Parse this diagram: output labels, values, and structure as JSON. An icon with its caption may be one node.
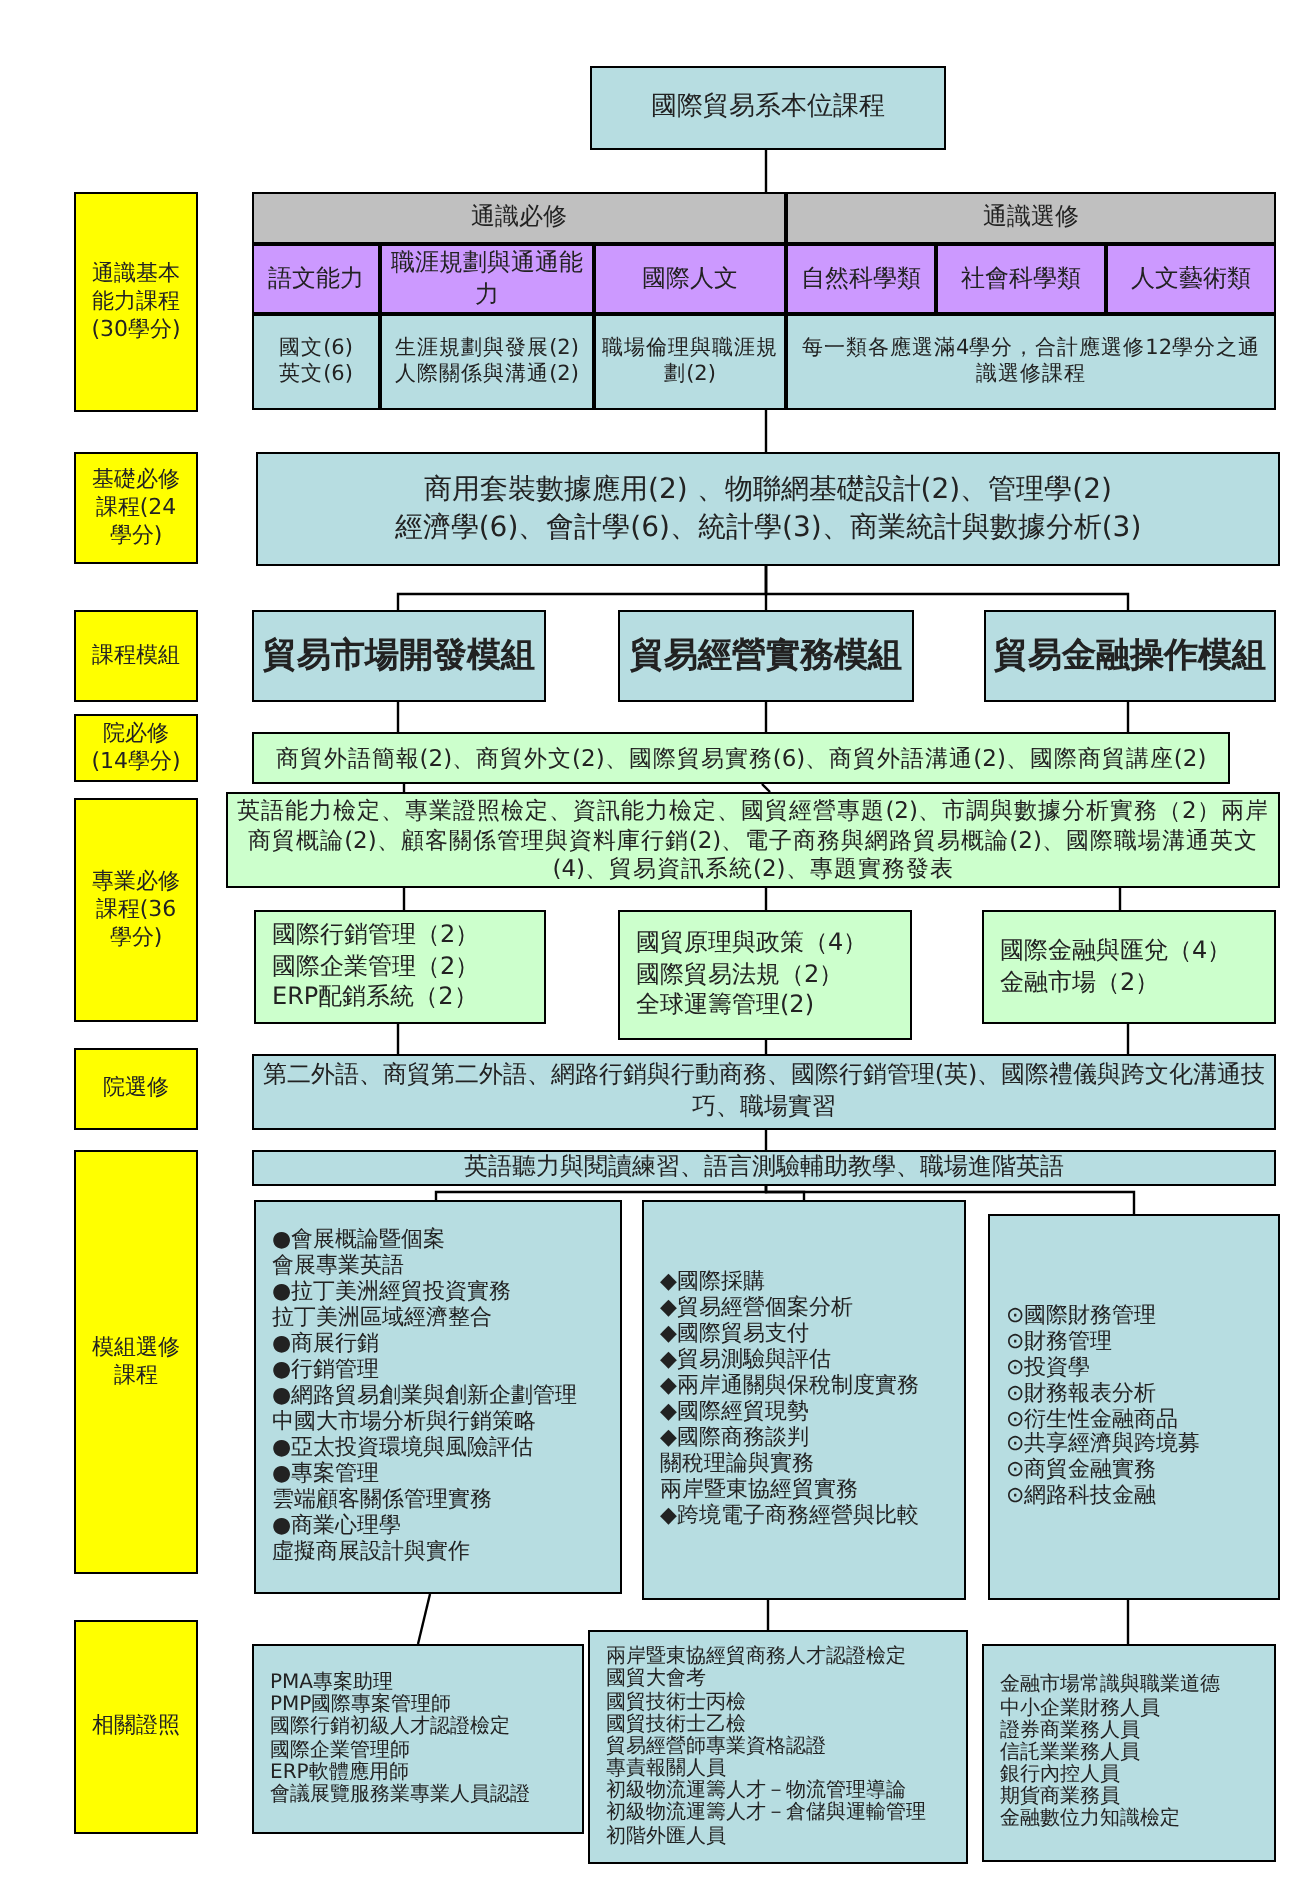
{
  "diagram": {
    "nodes": [
      {
        "text": [
          "國際貿易系本位課程"
        ]
      },
      {
        "text": [
          "通識基本能力課程(30學分)"
        ]
      },
      {
        "text": [
          "通識必修"
        ]
      },
      {
        "text": [
          "通識選修"
        ]
      },
      {
        "text": [
          "語文能力"
        ]
      },
      {
        "text": [
          "職涯規劃與通通能力"
        ]
      },
      {
        "text": [
          "國際人文"
        ]
      },
      {
        "text": [
          "自然科學類"
        ]
      },
      {
        "text": [
          "社會科學類"
        ]
      },
      {
        "text": [
          "人文藝術類"
        ]
      },
      {
        "text": [
          "國文(6)",
          "英文(6)"
        ]
      },
      {
        "text": [
          "生涯規劃與發展(2)",
          "人際關係與溝通(2)"
        ]
      },
      {
        "text": [
          "職場倫理與職涯規劃(2)"
        ]
      },
      {
        "text": [
          "每一類各應選滿4學分，合計應選修12學分之通識選修課程"
        ]
      },
      {
        "text": [
          "基礎必修課程(24學分)"
        ]
      },
      {
        "text": [
          "商用套裝數據應用(2) 、物聯網基礎設計(2)、管理學(2)",
          "經濟學(6)、會計學(6)、統計學(3)、商業統計與數據分析(3)"
        ]
      },
      {
        "text": [
          "課程模組"
        ]
      },
      {
        "text": [
          "貿易市場開發模組"
        ]
      },
      {
        "text": [
          "貿易經營實務模組"
        ]
      },
      {
        "text": [
          "貿易金融操作模組"
        ]
      },
      {
        "text": [
          "院必修(14學分)"
        ]
      },
      {
        "text": [
          "商貿外語簡報(2)、商貿外文(2)、國際貿易實務(6)、商貿外語溝通(2)、國際商貿講座(2)"
        ]
      },
      {
        "text": [
          "專業必修課程(36學分)"
        ]
      },
      {
        "text": [
          "英語能力檢定、專業證照檢定、資訊能力檢定、國貿經營專題(2)、市調與數據分析實務（2）兩岸商貿概論(2)、顧客關係管理與資料庫行銷(2)、電子商務與網路貿易概論(2)、國際職場溝通英文(4)、貿易資訊系統(2)、專題實務發表"
        ]
      },
      {
        "text": [
          "國際行銷管理（2）",
          "國際企業管理（2）",
          "ERP配銷系統（2）"
        ]
      },
      {
        "text": [
          "國貿原理與政策（4）",
          "國際貿易法規（2）",
          "全球運籌管理(2)"
        ]
      },
      {
        "text": [
          "國際金融與匯兌（4）",
          "金融市場（2）"
        ]
      },
      {
        "text": [
          "院選修"
        ]
      },
      {
        "text": [
          "第二外語、商貿第二外語、網路行銷與行動商務、國際行銷管理(英)、國際禮儀與跨文化溝通技巧、職場實習"
        ]
      },
      {
        "text": [
          "模組選修課程"
        ]
      },
      {
        "text": [
          "英語聽力與閱讀練習、語言測驗輔助教學、職場進階英語"
        ]
      },
      {
        "text": [
          "●會展概論暨個案",
          "會展專業英語",
          "●拉丁美洲經貿投資實務",
          "拉丁美洲區域經濟整合",
          "●商展行銷",
          "●行銷管理",
          "●網路貿易創業與創新企劃管理",
          "中國大市場分析與行銷策略",
          "●亞太投資環境與風險評估",
          "●專案管理",
          "雲端顧客關係管理實務",
          "●商業心理學",
          "虛擬商展設計與實作"
        ]
      },
      {
        "text": [
          "◆國際採購",
          "◆貿易經營個案分析",
          "◆國際貿易支付",
          "◆貿易測驗與評估",
          "◆兩岸通關與保稅制度實務",
          "◆國際經貿現勢",
          "◆國際商務談判",
          "關稅理論與實務",
          "兩岸暨東協經貿實務",
          "◆跨境電子商務經營與比較"
        ]
      },
      {
        "text": [
          "⊙國際財務管理",
          "⊙財務管理",
          "⊙投資學",
          "⊙財務報表分析",
          "⊙衍生性金融商品",
          "⊙共享經濟與跨境募",
          "⊙商貿金融實務",
          "⊙網路科技金融"
        ]
      },
      {
        "text": [
          "相關證照"
        ]
      },
      {
        "text": [
          "PMA專案助理",
          "PMP國際專案管理師",
          "國際行銷初級人才認證檢定",
          "國際企業管理師",
          "ERP軟體應用師",
          "會議展覽服務業專業人員認證"
        ]
      },
      {
        "text": [
          "兩岸暨東協經貿商務人才認證檢定",
          "國貿大會考",
          "國貿技術士丙檢",
          "國貿技術士乙檢",
          "貿易經營師專業資格認證",
          "專責報關人員",
          "初級物流運籌人才－物流管理導論",
          "初級物流運籌人才－倉儲與運輸管理",
          "初階外匯人員"
        ]
      },
      {
        "text": [
          "金融市場常識與職業道德",
          "中小企業財務人員",
          "證券商業務人員",
          "信託業業務人員",
          "銀行內控人員",
          "期貨商業務員",
          "金融數位力知識檢定"
        ]
      }
    ],
    "edges": [
      {
        "from": 0,
        "to": 2,
        "arrow": "none"
      },
      {
        "from": 12,
        "to": 15,
        "arrow": "none"
      },
      {
        "from": 15,
        "to": 17,
        "arrow": "none"
      },
      {
        "from": 15,
        "to": 18,
        "arrow": "none"
      },
      {
        "from": 15,
        "to": 19,
        "arrow": "none"
      },
      {
        "from": 17,
        "to": 21,
        "arrow": "none"
      },
      {
        "from": 18,
        "to": 21,
        "arrow": "none"
      },
      {
        "from": 19,
        "to": 21,
        "arrow": "none"
      },
      {
        "from": 21,
        "to": 23,
        "arrow": "none"
      },
      {
        "from": 21,
        "to": 23,
        "arrow": "none"
      },
      {
        "from": 23,
        "to": 24,
        "arrow": "none"
      },
      {
        "from": 23,
        "to": 25,
        "arrow": "none"
      },
      {
        "from": 23,
        "to": 26,
        "arrow": "none"
      },
      {
        "from": 24,
        "to": 28,
        "arrow": "none"
      },
      {
        "from": 25,
        "to": 28,
        "arrow": "none"
      },
      {
        "from": 26,
        "to": 28,
        "arrow": "none"
      },
      {
        "from": 28,
        "to": 30,
        "arrow": "none"
      },
      {
        "from": 30,
        "to": 31,
        "arrow": "none"
      },
      {
        "from": 30,
        "to": 32,
        "arrow": "none"
      },
      {
        "from": 30,
        "to": 33,
        "arrow": "none"
      },
      {
        "from": 31,
        "to": 35,
        "arrow": "none"
      },
      {
        "from": 32,
        "to": 36,
        "arrow": "none"
      },
      {
        "from": 33,
        "to": 37,
        "arrow": "none"
      }
    ]
  }
}
